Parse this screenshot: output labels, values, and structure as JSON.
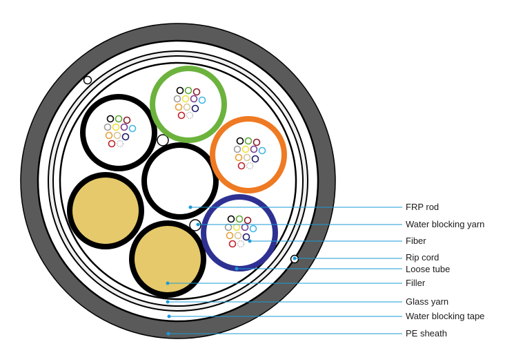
{
  "labels": {
    "frp_rod": "FRP rod",
    "water_blocking_yarn": "Water blocking yarn",
    "fiber": "Fiber",
    "rip_cord": "Rip cord",
    "loose_tube": "Loose tube",
    "filler": "Filler",
    "glass_yarn": "Glass yarn",
    "water_blocking_tape": "Water blocking tape",
    "pe_sheath": "PE sheath"
  },
  "colors": {
    "sheath": "#5a5a5a",
    "filler": "#e6c96a",
    "tube_green": "#6cb33e",
    "tube_orange": "#ee7a23",
    "tube_navy": "#2e3192",
    "tube_black": "#000000",
    "leader_line": "#1a9ad6",
    "fiber_colors": [
      "#000000",
      "#5aa832",
      "#8b1a2b",
      "#9e9e9e",
      "#f1e23a",
      "#7a3b8f",
      "#3fb6e6",
      "#e8a035",
      "#d6c59a",
      "#1a1a6e",
      "#c0202a",
      "#bdbdbd"
    ]
  }
}
